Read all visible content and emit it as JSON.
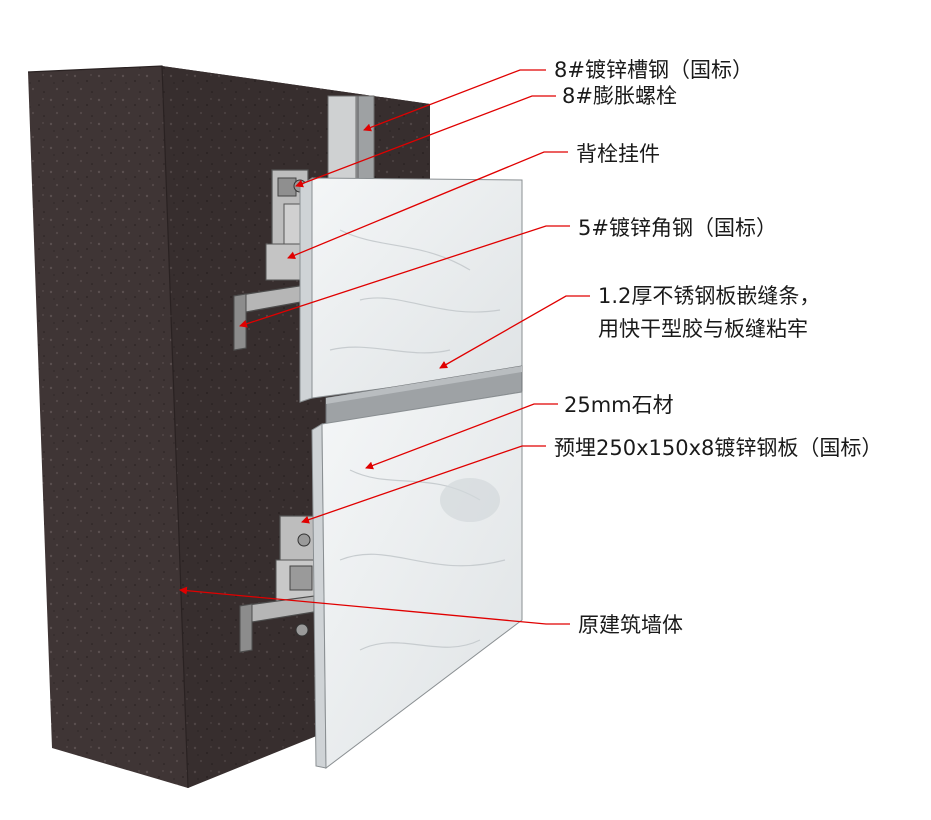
{
  "labels": {
    "channel_steel": "8#镀锌槽钢（国标）",
    "expansion_bolt": "8#膨胀螺栓",
    "back_bolt_hanger": "背栓挂件",
    "angle_steel": "5#镀锌角钢（国标）",
    "seam_strip_line1": "1.2厚不锈钢板嵌缝条，",
    "seam_strip_line2": "用快干型胶与板缝粘牢",
    "stone": "25mm石材",
    "embedded_plate": "预埋250x150x8镀锌钢板（国标）",
    "wall": "原建筑墙体"
  },
  "colors": {
    "leader_line": "#e00000",
    "wall": "#3e3434",
    "stone": "#e9ecee",
    "steel": "#a9a9a9"
  }
}
